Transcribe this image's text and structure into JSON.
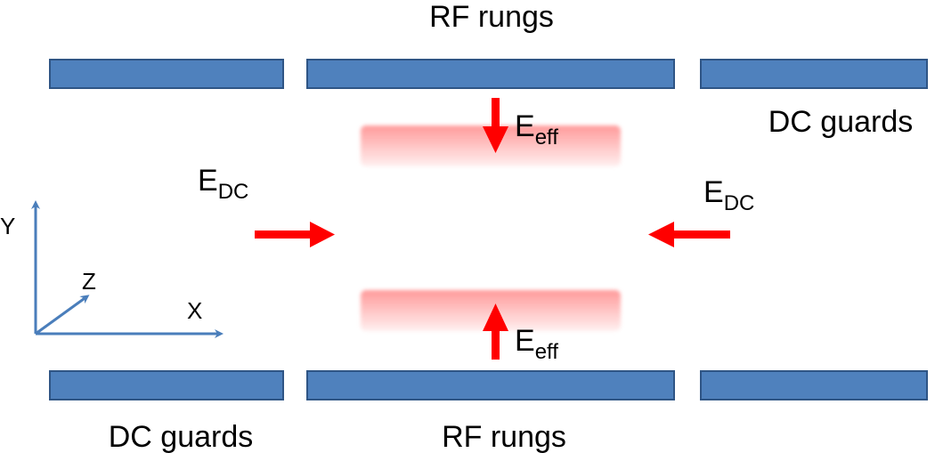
{
  "labels": {
    "rf_top": "RF rungs",
    "rf_bottom": "RF rungs",
    "dc_guards_top": "DC guards",
    "dc_guards_bottom": "DC guards",
    "e_dc_left_base": "E",
    "e_dc_left_sub": "DC",
    "e_dc_right_base": "E",
    "e_dc_right_sub": "DC",
    "e_eff_top_base": "E",
    "e_eff_top_sub": "eff",
    "e_eff_bottom_base": "E",
    "e_eff_bottom_sub": "eff"
  },
  "axes": {
    "x_label": "X",
    "y_label": "Y",
    "z_label": "Z"
  },
  "colors": {
    "electrode_fill": "#4f81bd",
    "electrode_stroke": "#2f5585",
    "arrow": "#ff0000",
    "axis": "#4a7ebb",
    "ion_cloud": "#ffb6b6"
  }
}
